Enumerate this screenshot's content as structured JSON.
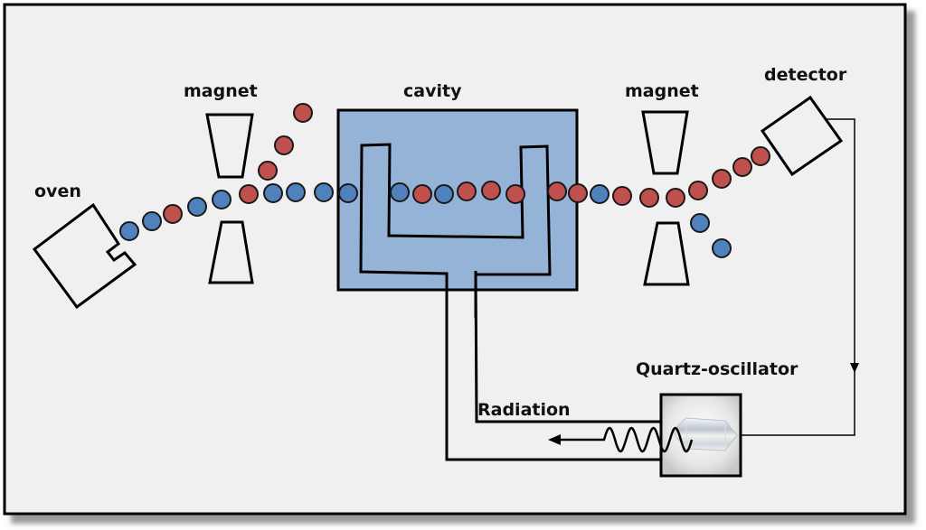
{
  "title": "Atomic clock (cesium beam) schematic",
  "labels": {
    "oven": "oven",
    "magnet_left": "magnet",
    "cavity": "cavity",
    "magnet_right": "magnet",
    "detector": "detector",
    "quartz": "Quartz-oscillator",
    "radiation": "Radiation"
  },
  "colors": {
    "background": "#f0f0f0",
    "cavity_fill": "#95b3d7",
    "atom_red": "#c0504d",
    "atom_blue": "#4f81bd",
    "stroke": "#000000",
    "shadow": "#9a9a9a"
  },
  "atoms": [
    {
      "state": "blue"
    },
    {
      "state": "blue"
    },
    {
      "state": "red"
    },
    {
      "state": "blue"
    },
    {
      "state": "blue"
    },
    {
      "state": "red"
    },
    {
      "state": "blue"
    },
    {
      "state": "blue"
    },
    {
      "state": "blue"
    },
    {
      "state": "blue"
    },
    {
      "state": "red"
    },
    {
      "state": "red"
    },
    {
      "state": "red"
    },
    {
      "state": "blue"
    },
    {
      "state": "red"
    },
    {
      "state": "blue"
    },
    {
      "state": "red"
    },
    {
      "state": "red"
    },
    {
      "state": "red"
    },
    {
      "state": "red"
    },
    {
      "state": "red"
    },
    {
      "state": "blue"
    },
    {
      "state": "red"
    },
    {
      "state": "red"
    },
    {
      "state": "red"
    },
    {
      "state": "red"
    },
    {
      "state": "red"
    },
    {
      "state": "red"
    },
    {
      "state": "red"
    },
    {
      "state": "blue"
    },
    {
      "state": "blue"
    }
  ]
}
